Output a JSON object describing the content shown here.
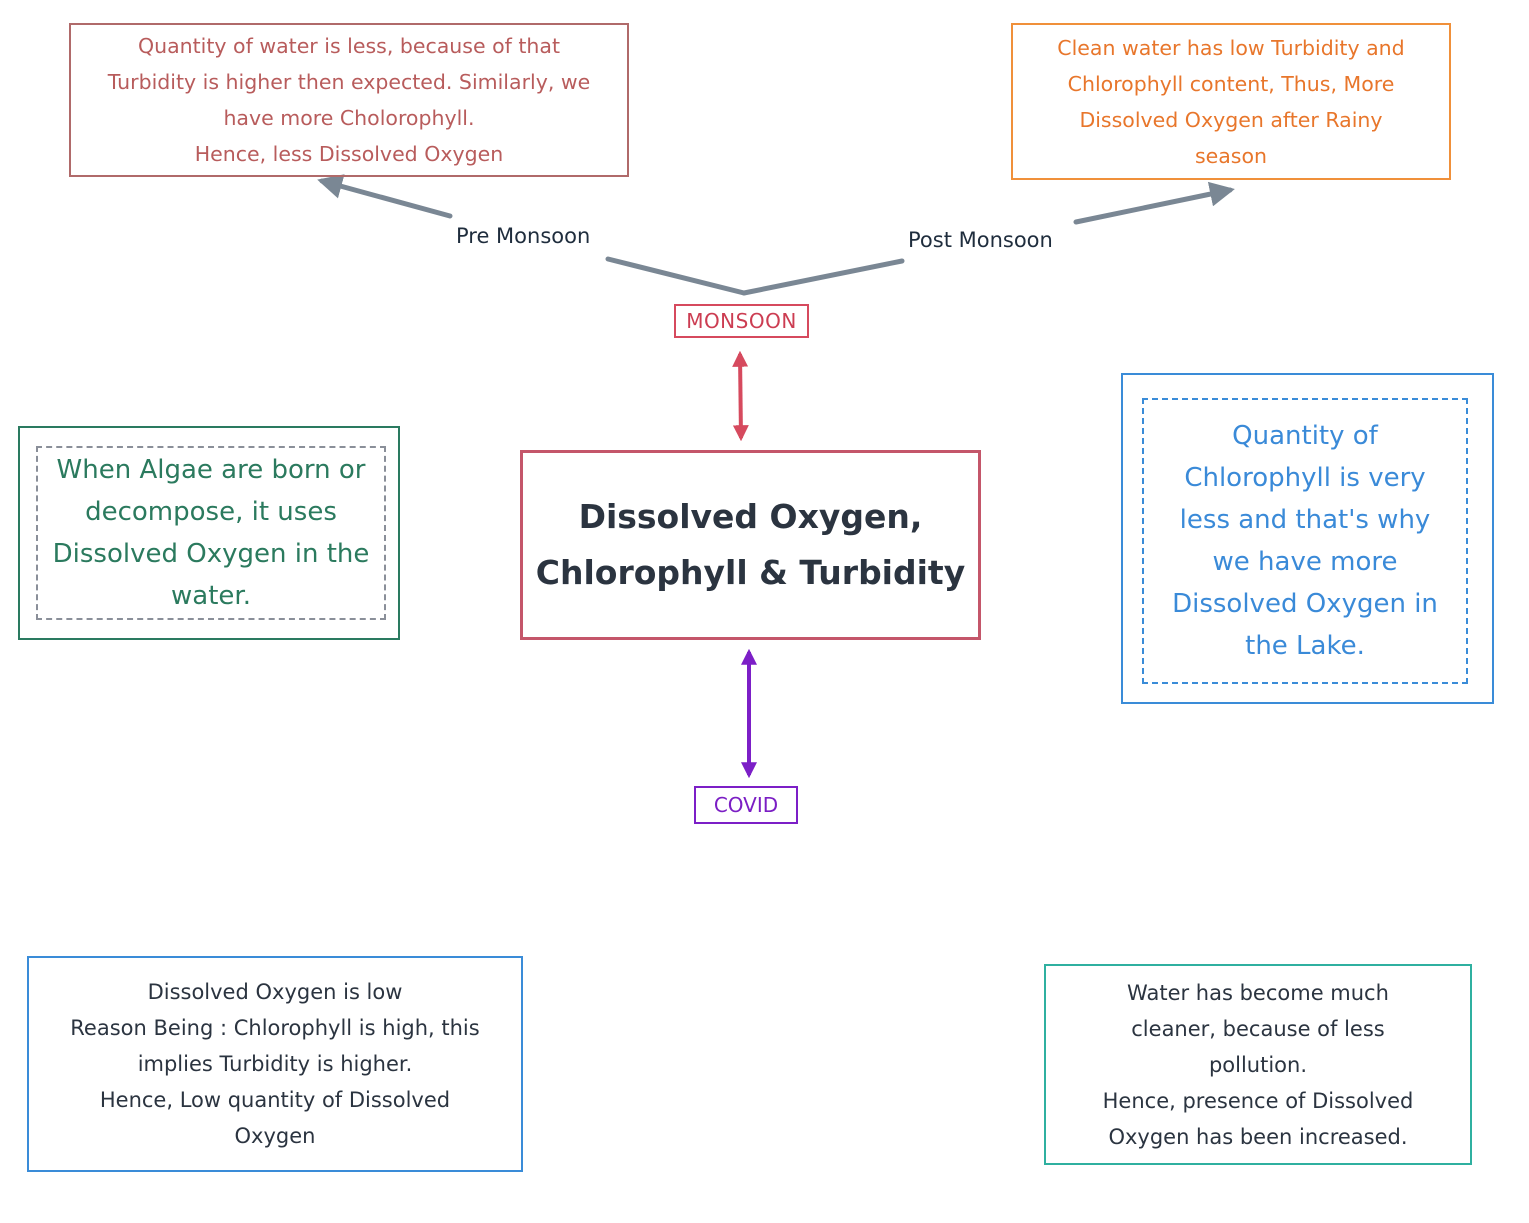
{
  "central_topic": "Dissolved Oxygen,\nChlorophyll & Turbidity",
  "tags": {
    "monsoon": "MONSOON",
    "covid": "COVID"
  },
  "edge_labels": {
    "pre_monsoon": "Pre Monsoon",
    "post_monsoon": "Post Monsoon"
  },
  "notes": {
    "pre_monsoon": "Quantity of water is less, because of that\nTurbidity is higher then expected. Similarly, we\nhave more Cholorophyll.\nHence, less Dissolved Oxygen",
    "post_monsoon": "Clean water has low Turbidity and\nChlorophyll content, Thus, More\nDissolved Oxygen after Rainy\nseason",
    "algae": "When Algae are born or\ndecompose, it uses\nDissolved Oxygen in the\nwater.",
    "lake": "Quantity of\nChlorophyll is very\nless and that's why\nwe have more\nDissolved Oxygen in\nthe Lake.",
    "covid_low": "Dissolved Oxygen is low\nReason Being : Chlorophyll is high, this\nimplies Turbidity is higher.\nHence, Low quantity of Dissolved\nOxygen",
    "covid_clean": "Water has become much\ncleaner, because of less\npollution.\nHence, presence of Dissolved\nOxygen has been increased."
  },
  "colors": {
    "monsoon_link": "#d64a5e",
    "covid_link": "#7c1fc7",
    "branch_link": "#7a8794",
    "pre_note": "#b06a6a",
    "post_note": "#f0903a",
    "algae_note": "#2a7a60",
    "lake_note": "#3a8cd8",
    "covid_clean_note": "#2fb0a0"
  }
}
